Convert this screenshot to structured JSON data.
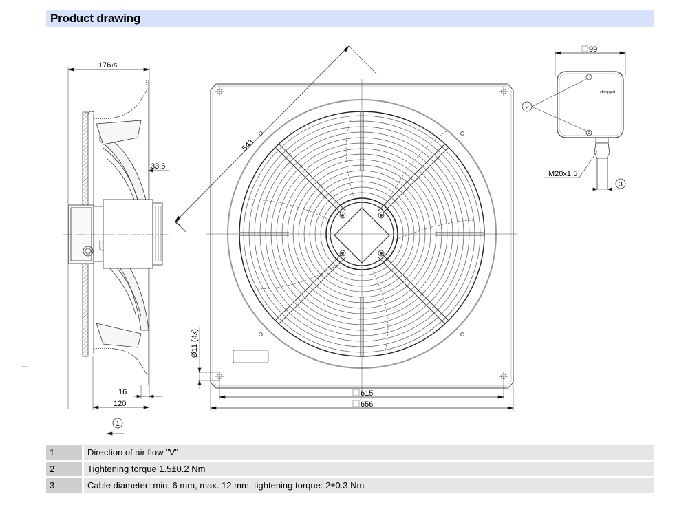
{
  "header": {
    "title": "Product drawing"
  },
  "dimensions": {
    "side_depth": "176",
    "side_depth_tol": "±5",
    "side_offset": "33.5",
    "side_flange": "16",
    "side_width": "120",
    "diagonal": "543",
    "hole": "Ø11 (4x)",
    "inner_square": "615",
    "outer_square": "656",
    "box_square": "99",
    "thread": "M20x1.5"
  },
  "callouts": [
    "1",
    "2",
    "3"
  ],
  "brand_small": "ebmpapst",
  "notes": [
    {
      "num": "1",
      "text": "Direction of air flow \"V\""
    },
    {
      "num": "2",
      "text": "Tightening torque 1.5±0.2 Nm"
    },
    {
      "num": "3",
      "text": "Cable diameter: min. 6 mm, max. 12 mm, tightening torque: 2±0.3 Nm"
    }
  ]
}
